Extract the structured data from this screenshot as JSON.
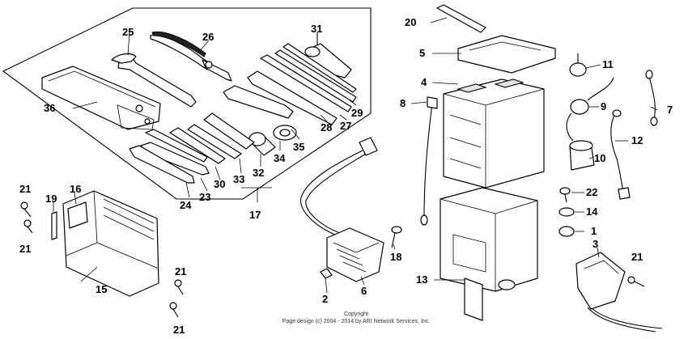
{
  "part_labels": {
    "p1": "1",
    "p2": "2",
    "p3": "3",
    "p4": "4",
    "p5": "5",
    "p6": "6",
    "p7": "7",
    "p8": "8",
    "p9": "9",
    "p10": "10",
    "p11": "11",
    "p12": "12",
    "p13": "13",
    "p14": "14",
    "p15": "15",
    "p16": "16",
    "p17": "17",
    "p18": "18",
    "p19": "19",
    "p20": "20",
    "p21a": "21",
    "p21b": "21",
    "p21c": "21",
    "p21d": "21",
    "p21e": "21",
    "p22": "22",
    "p23": "23",
    "p24": "24",
    "p25": "25",
    "p26": "26",
    "p27": "27",
    "p28": "28",
    "p29": "29",
    "p30": "30",
    "p31": "31",
    "p32": "32",
    "p33": "33",
    "p34": "34",
    "p35": "35",
    "p36": "36"
  },
  "copyright": {
    "line1": "Copyright",
    "line2": "Page design (c) 2004 - 2014 by ARI Network Services, Inc."
  }
}
